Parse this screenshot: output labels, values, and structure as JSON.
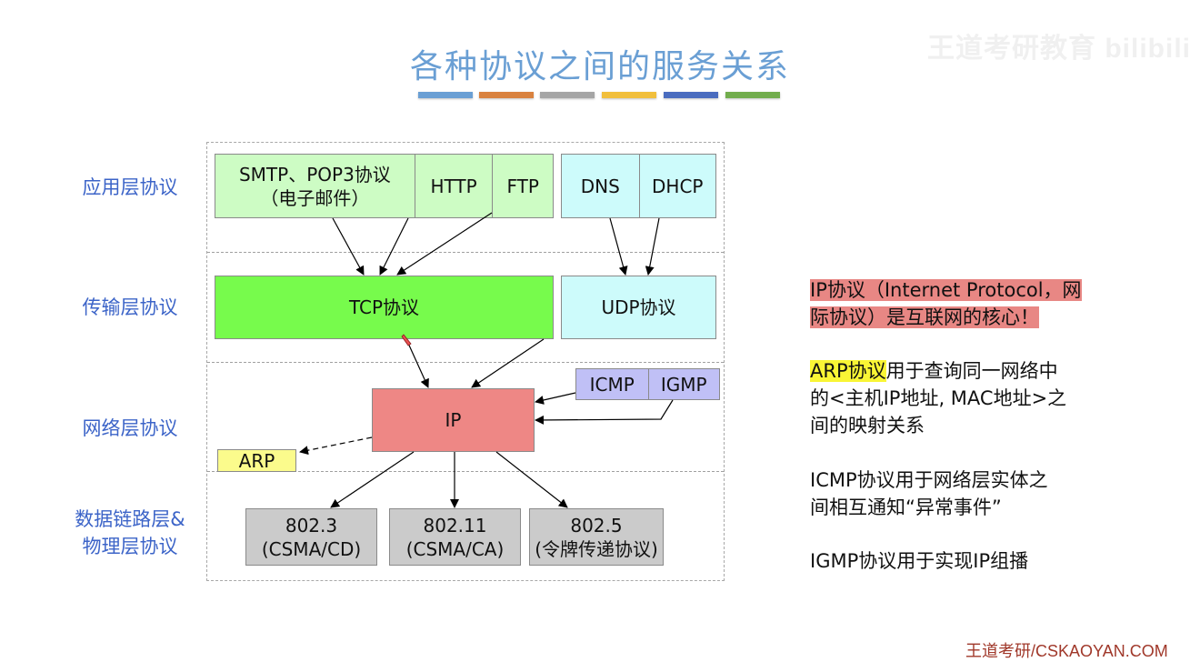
{
  "title": "各种协议之间的服务关系",
  "title_bar_colors": [
    "#6a9fd4",
    "#d9823f",
    "#a5a5a5",
    "#f1bf3c",
    "#4a6cbf",
    "#72ad4d"
  ],
  "watermark": "王道考研教育 bilibili",
  "layer_labels": {
    "application": "应用层协议",
    "transport": "传输层协议",
    "network": "网络层协议",
    "link_physical_line1": "数据链路层&",
    "link_physical_line2": "物理层协议"
  },
  "application_layer": {
    "email_box": {
      "line1": "SMTP、POP3协议",
      "line2": "（电子邮件）"
    },
    "http": "HTTP",
    "ftp": "FTP",
    "dns": "DNS",
    "dhcp": "DHCP"
  },
  "transport_layer": {
    "tcp": "TCP协议",
    "udp": "UDP协议"
  },
  "network_layer": {
    "ip": "IP",
    "icmp": "ICMP",
    "igmp": "IGMP",
    "arp": "ARP"
  },
  "link_layer": [
    {
      "line1": "802.3",
      "line2": "(CSMA/CD)"
    },
    {
      "line1": "802.11",
      "line2": "(CSMA/CA)"
    },
    {
      "line1": "802.5",
      "line2": "(令牌传递协议)"
    }
  ],
  "colors": {
    "app_green": "#cdfcc4",
    "app_cyan": "#cdfbfb",
    "tcp_green": "#77fb4c",
    "udp_cyan": "#cdfbfb",
    "ip_red": "#ee8785",
    "icmp_purple": "#c0c0f6",
    "arp_yellow": "#fbfb8c",
    "link_gray": "#cbcbcb"
  },
  "notes": {
    "ip_line1": "IP协议（Internet Protocol，网",
    "ip_line2": "际协议）是互联网的核心！",
    "arp_highlight": "ARP协议",
    "arp_rest1": "用于查询同一网络中",
    "arp_line2": "的<主机IP地址, MAC地址>之",
    "arp_line3": "间的映射关系",
    "icmp_line1": "ICMP协议用于网络层实体之",
    "icmp_line2": "间相互通知“异常事件”",
    "igmp_line1": "IGMP协议用于实现IP组播"
  },
  "footer": "王道考研/CSKAOYAN.COM"
}
